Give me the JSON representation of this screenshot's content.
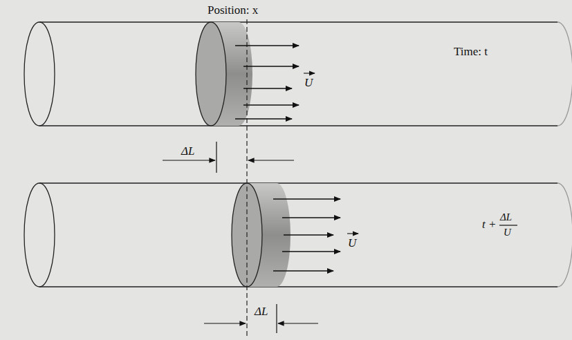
{
  "diagram": {
    "labels": [
      "Position: x",
      "U",
      "Time: t",
      "ΔL",
      "U",
      "t +",
      "ΔL",
      "U",
      "ΔL"
    ]
  }
}
